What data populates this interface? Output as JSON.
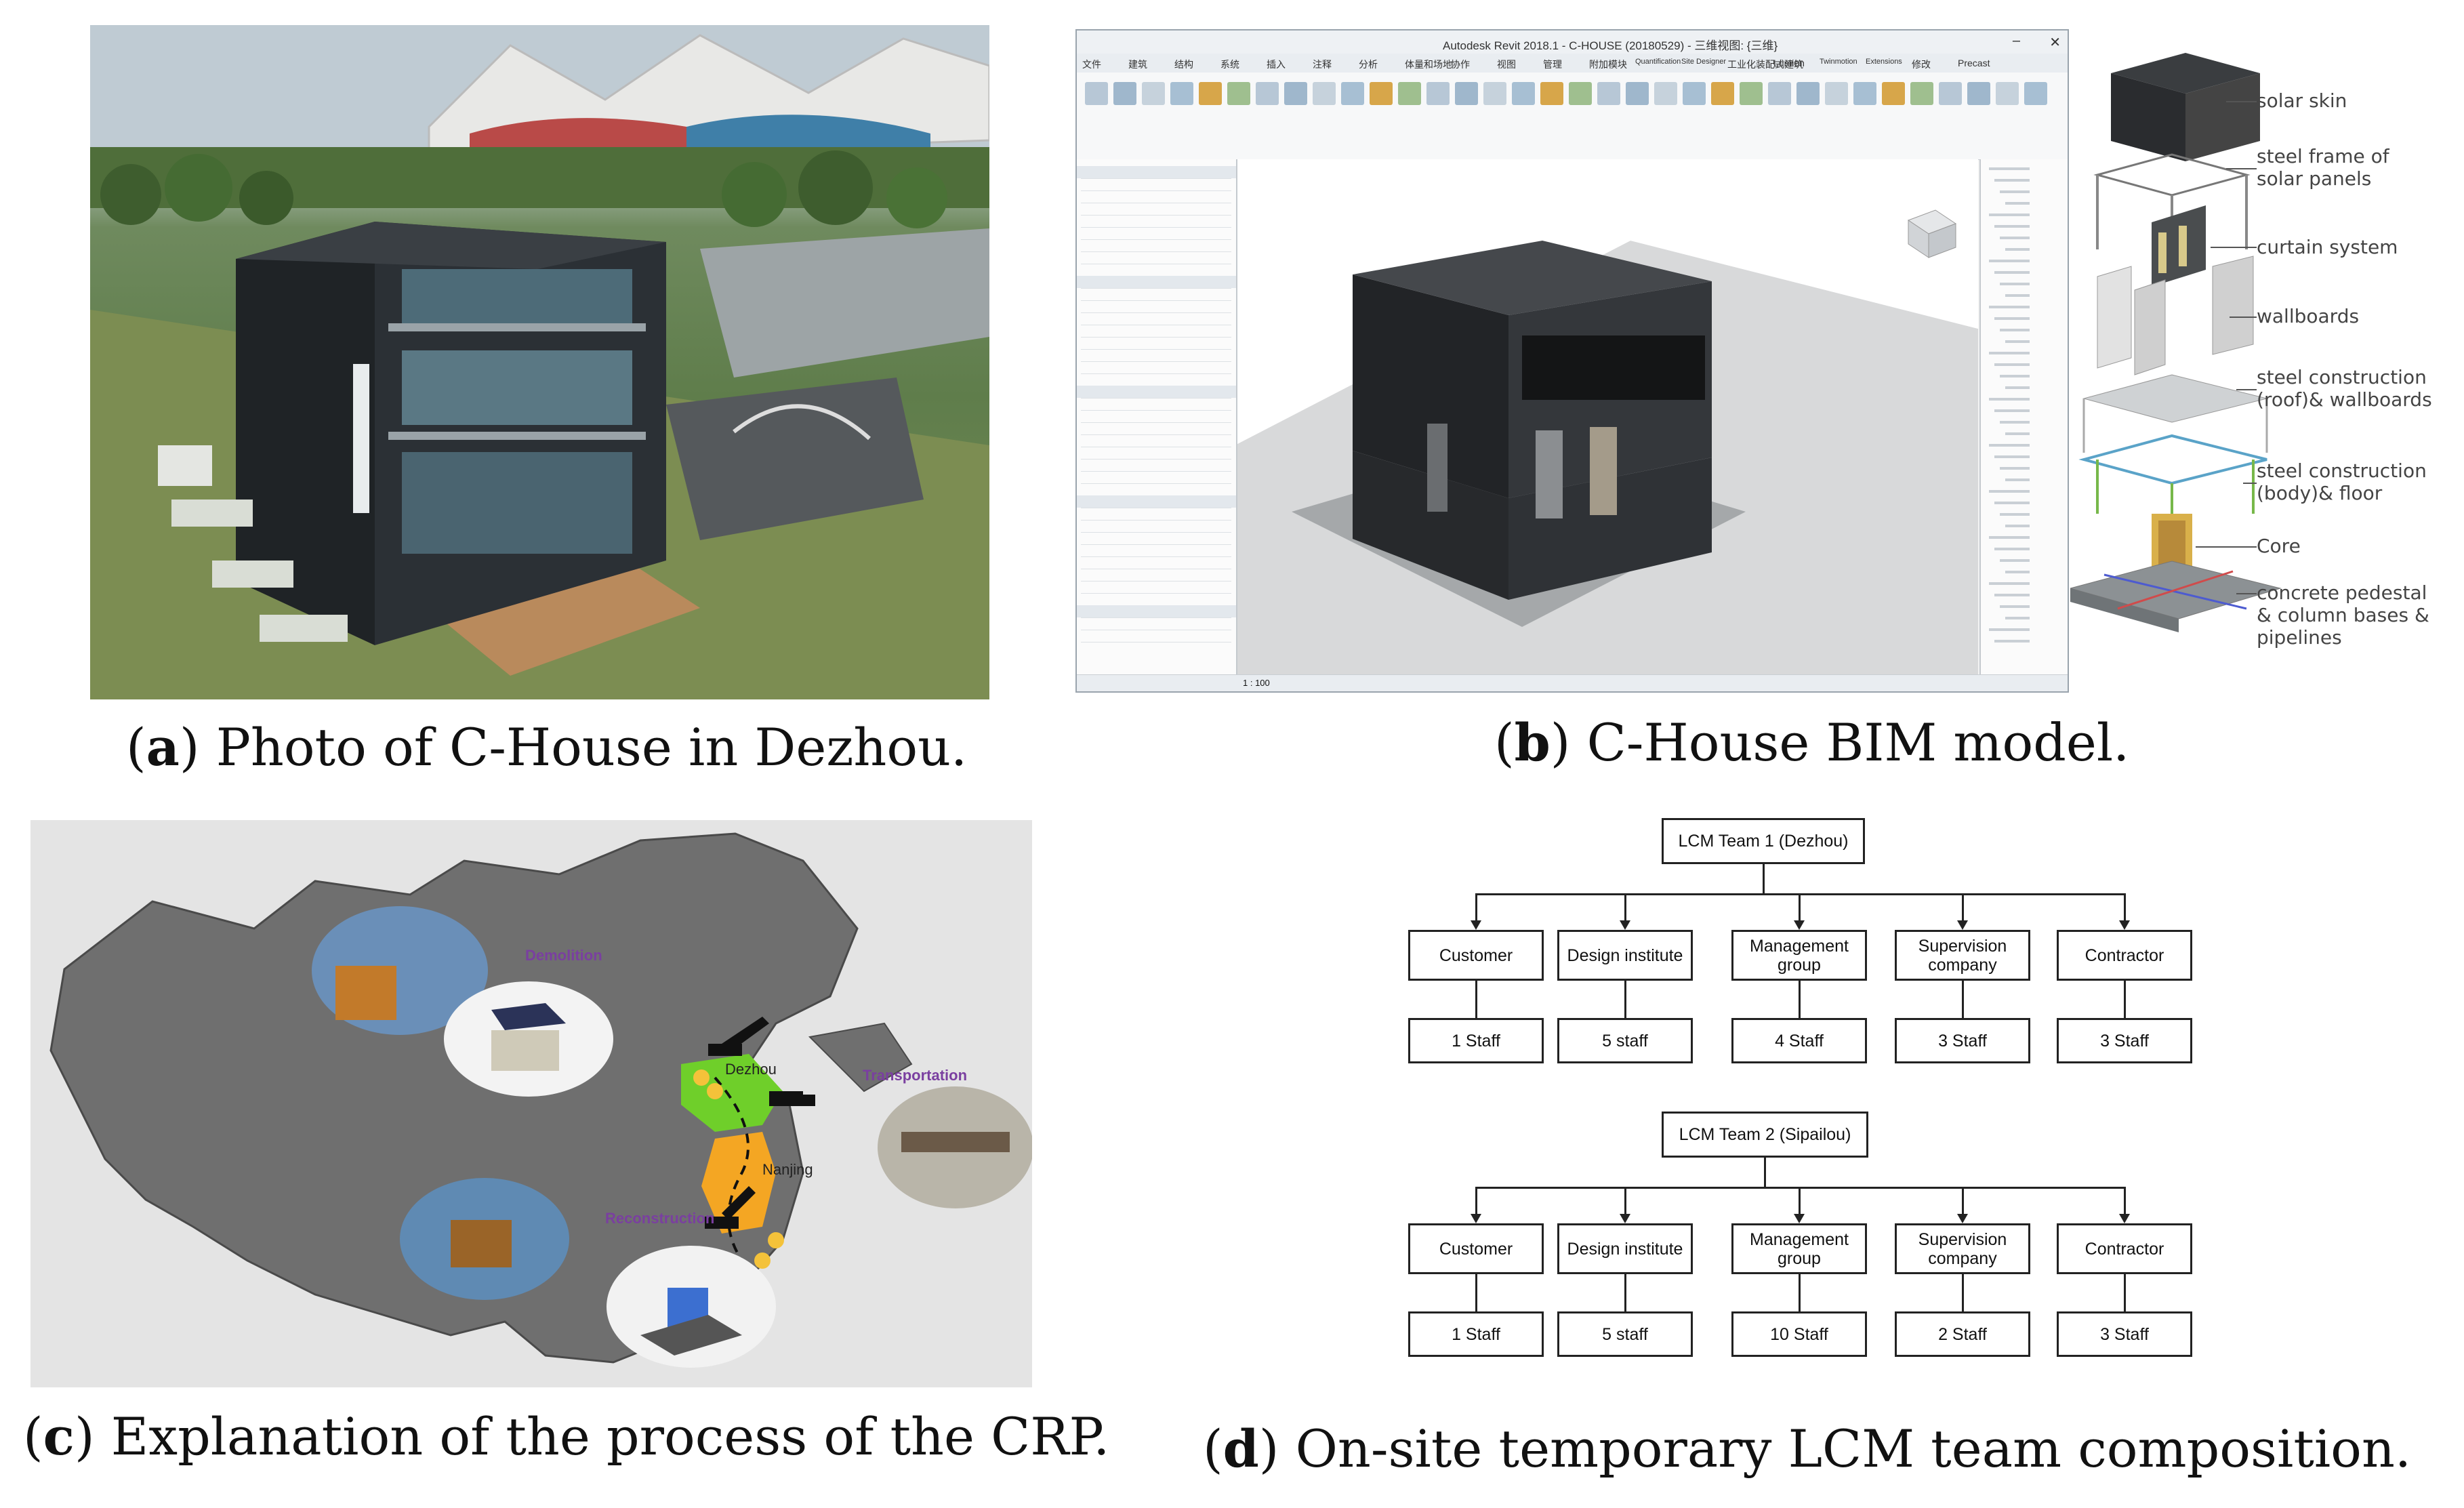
{
  "captions": {
    "a": {
      "letter": "a",
      "text": " Photo of C-House in Dezhou."
    },
    "b": {
      "letter": "b",
      "text": " C-House BIM model."
    },
    "c": {
      "letter": "c",
      "text": " Explanation of the process of the CRP."
    },
    "d": {
      "letter": "d",
      "text": " On-site temporary LCM team composition."
    }
  },
  "bim": {
    "window_title": "Autodesk Revit 2018.1 -   C-HOUSE (20180529) - 三维视图: {三维}",
    "menu_tabs": [
      "文件",
      "建筑",
      "结构",
      "系统",
      "插入",
      "注释",
      "分析",
      "体量和场地",
      "协作",
      "视图",
      "管理",
      "附加模块",
      "Quantification",
      "Site Designer",
      "工业化装配式建筑",
      "Lumion",
      "Twinmotion",
      "Extensions",
      "修改",
      "Precast"
    ],
    "scale": "1 : 100",
    "exploded_labels": [
      "solar skin",
      "steel frame of solar panels",
      "curtain system",
      "wallboards",
      "steel construction (roof)& wallboards",
      "steel construction (body)& floor",
      "Core",
      "concrete pedestal & column bases & pipelines"
    ]
  },
  "map": {
    "labels": {
      "demolition": "Demolition",
      "transportation": "Transportation",
      "reconstruction": "Reconstruction",
      "dezhou": "Dezhou",
      "nanjing": "Nanjing"
    },
    "colors": {
      "purple": "#7a3fa0",
      "green": "#6fcf2a",
      "orange": "#f4a623"
    }
  },
  "org": {
    "team1": {
      "title": "LCM Team 1 (Dezhou)",
      "units": [
        "Customer",
        "Design institute",
        "Management group",
        "Supervision company",
        "Contractor"
      ],
      "staff": [
        "1 Staff",
        "5 staff",
        "4 Staff",
        "3 Staff",
        "3 Staff"
      ]
    },
    "team2": {
      "title": "LCM Team 2 (Sipailou)",
      "units": [
        "Customer",
        "Design institute",
        "Management group",
        "Supervision company",
        "Contractor"
      ],
      "staff": [
        "1 Staff",
        "5 staff",
        "10 Staff",
        "2 Staff",
        "3 Staff"
      ]
    }
  }
}
